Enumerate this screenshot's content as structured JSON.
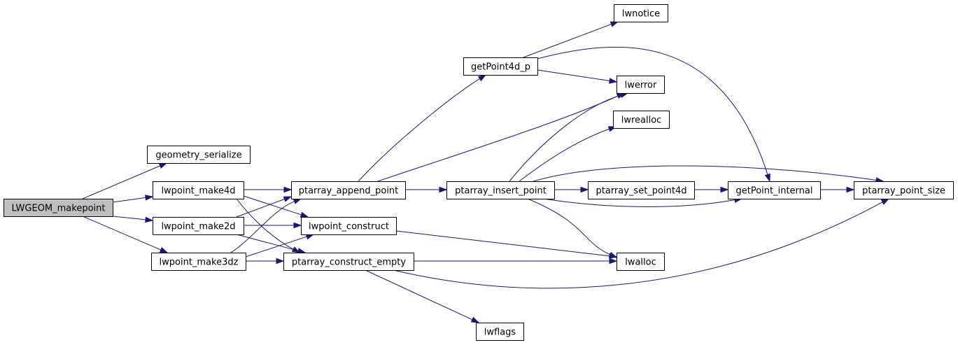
{
  "nodes": [
    {
      "id": "n_makepoint",
      "label": "LWGEOM_makepoint",
      "root": true
    },
    {
      "id": "n_geom_serialize",
      "label": "geometry_serialize"
    },
    {
      "id": "n_make4d",
      "label": "lwpoint_make4d"
    },
    {
      "id": "n_make2d",
      "label": "lwpoint_make2d"
    },
    {
      "id": "n_make3dz",
      "label": "lwpoint_make3dz"
    },
    {
      "id": "n_append_point",
      "label": "ptarray_append_point"
    },
    {
      "id": "n_lwpoint_construct",
      "label": "lwpoint_construct"
    },
    {
      "id": "n_construct_empty",
      "label": "ptarray_construct_empty"
    },
    {
      "id": "n_getpoint4d_p",
      "label": "getPoint4d_p"
    },
    {
      "id": "n_insert_point",
      "label": "ptarray_insert_point"
    },
    {
      "id": "n_lwnotice",
      "label": "lwnotice"
    },
    {
      "id": "n_lwerror",
      "label": "lwerror"
    },
    {
      "id": "n_lwrealloc",
      "label": "lwrealloc"
    },
    {
      "id": "n_set_point4d",
      "label": "ptarray_set_point4d"
    },
    {
      "id": "n_lwalloc",
      "label": "lwalloc"
    },
    {
      "id": "n_lwflags",
      "label": "lwflags"
    },
    {
      "id": "n_getpoint_internal",
      "label": "getPoint_internal"
    },
    {
      "id": "n_point_size",
      "label": "ptarray_point_size"
    }
  ],
  "edges": [
    {
      "from": "n_makepoint",
      "to": "n_geom_serialize"
    },
    {
      "from": "n_makepoint",
      "to": "n_make4d"
    },
    {
      "from": "n_makepoint",
      "to": "n_make2d"
    },
    {
      "from": "n_makepoint",
      "to": "n_make3dz"
    },
    {
      "from": "n_make4d",
      "to": "n_append_point"
    },
    {
      "from": "n_make4d",
      "to": "n_lwpoint_construct"
    },
    {
      "from": "n_make4d",
      "to": "n_construct_empty"
    },
    {
      "from": "n_make2d",
      "to": "n_append_point"
    },
    {
      "from": "n_make2d",
      "to": "n_lwpoint_construct"
    },
    {
      "from": "n_make2d",
      "to": "n_construct_empty"
    },
    {
      "from": "n_make3dz",
      "to": "n_append_point"
    },
    {
      "from": "n_make3dz",
      "to": "n_lwpoint_construct"
    },
    {
      "from": "n_make3dz",
      "to": "n_construct_empty"
    },
    {
      "from": "n_append_point",
      "to": "n_getpoint4d_p"
    },
    {
      "from": "n_append_point",
      "to": "n_lwerror"
    },
    {
      "from": "n_append_point",
      "to": "n_insert_point"
    },
    {
      "from": "n_getpoint4d_p",
      "to": "n_lwnotice"
    },
    {
      "from": "n_getpoint4d_p",
      "to": "n_lwerror"
    },
    {
      "from": "n_getpoint4d_p",
      "to": "n_getpoint_internal"
    },
    {
      "from": "n_insert_point",
      "to": "n_lwerror"
    },
    {
      "from": "n_insert_point",
      "to": "n_lwrealloc"
    },
    {
      "from": "n_insert_point",
      "to": "n_point_size"
    },
    {
      "from": "n_insert_point",
      "to": "n_set_point4d"
    },
    {
      "from": "n_insert_point",
      "to": "n_getpoint_internal"
    },
    {
      "from": "n_insert_point",
      "to": "n_lwalloc"
    },
    {
      "from": "n_set_point4d",
      "to": "n_getpoint_internal"
    },
    {
      "from": "n_getpoint_internal",
      "to": "n_point_size"
    },
    {
      "from": "n_lwpoint_construct",
      "to": "n_lwalloc"
    },
    {
      "from": "n_construct_empty",
      "to": "n_lwalloc"
    },
    {
      "from": "n_construct_empty",
      "to": "n_point_size"
    },
    {
      "from": "n_construct_empty",
      "to": "n_lwflags"
    }
  ],
  "colors": {
    "edge": "#191970",
    "root_fill": "#bfbfbf",
    "node_fill": "#ffffff",
    "node_stroke": "#000000"
  }
}
